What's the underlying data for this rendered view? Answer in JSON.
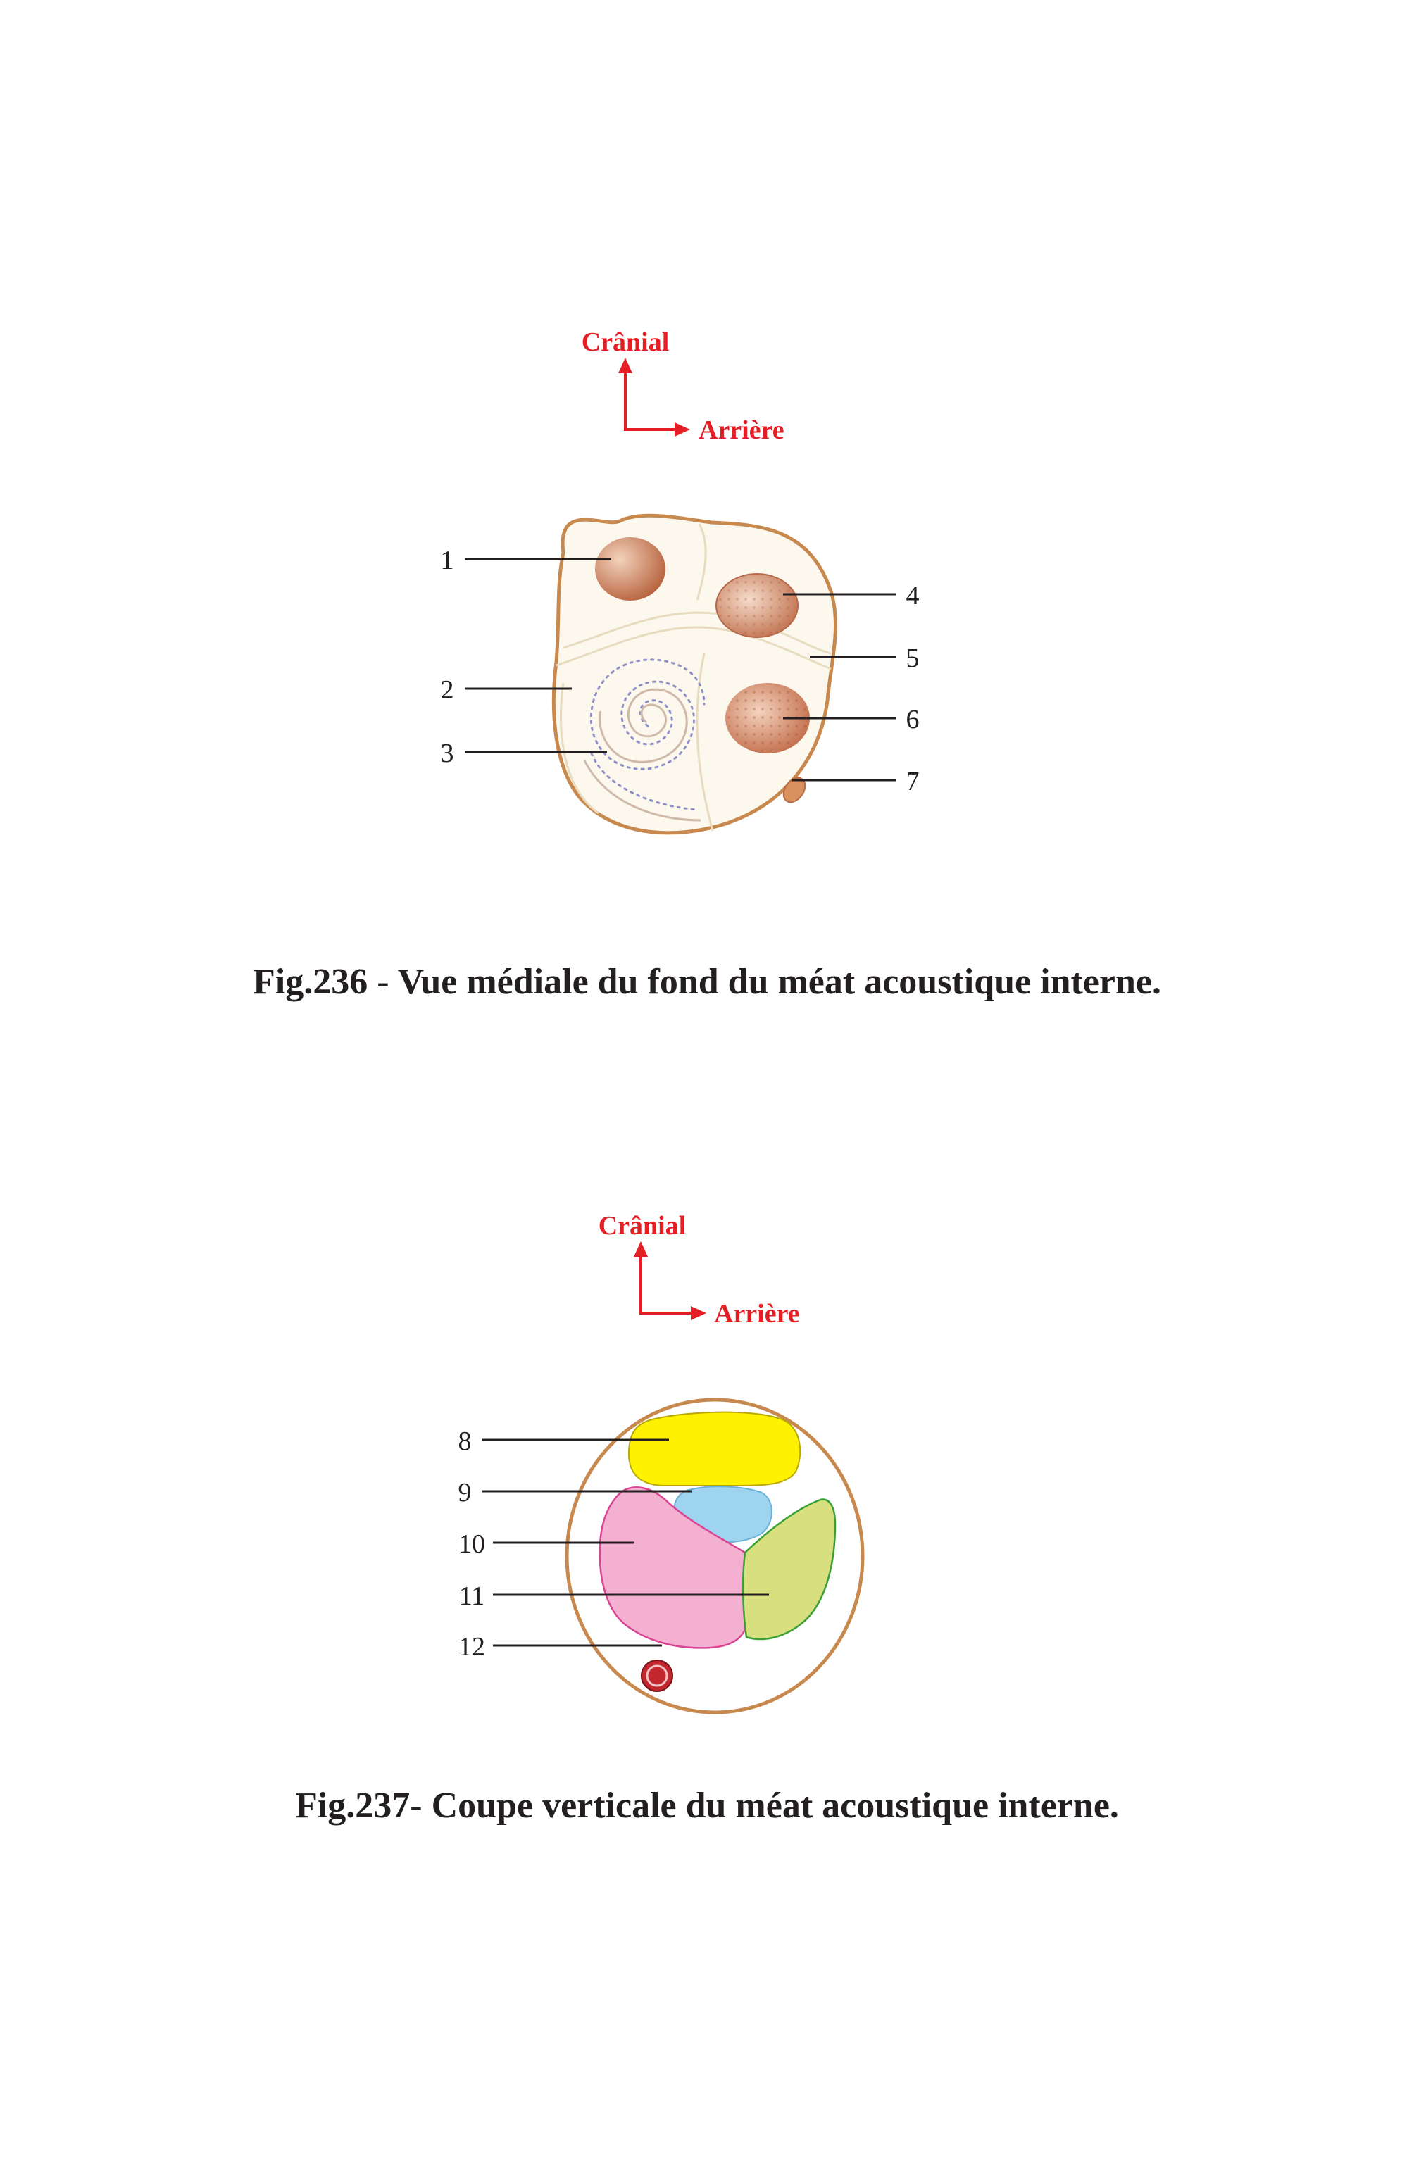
{
  "figure236": {
    "orientation": {
      "up": "Crânial",
      "right": "Arrière"
    },
    "labels": [
      "1",
      "2",
      "3",
      "4",
      "5",
      "6",
      "7"
    ],
    "caption": "Fig.236 - Vue médiale du fond du méat acoustique interne.",
    "colors": {
      "outline": "#c8894f",
      "fill": "#fcf8ee",
      "foramen": "#c97a55",
      "spiral": "#8f8fc8"
    }
  },
  "figure237": {
    "orientation": {
      "up": "Crânial",
      "right": "Arrière"
    },
    "labels": [
      "8",
      "9",
      "10",
      "11",
      "12"
    ],
    "caption": "Fig.237- Coupe verticale du méat acoustique interne.",
    "colors": {
      "outline": "#c8894f",
      "yellow": "#fff200",
      "blue": "#9fd4f0",
      "pink": "#f4b0d0",
      "green": "#d8df7e",
      "red": "#c1272d"
    }
  }
}
